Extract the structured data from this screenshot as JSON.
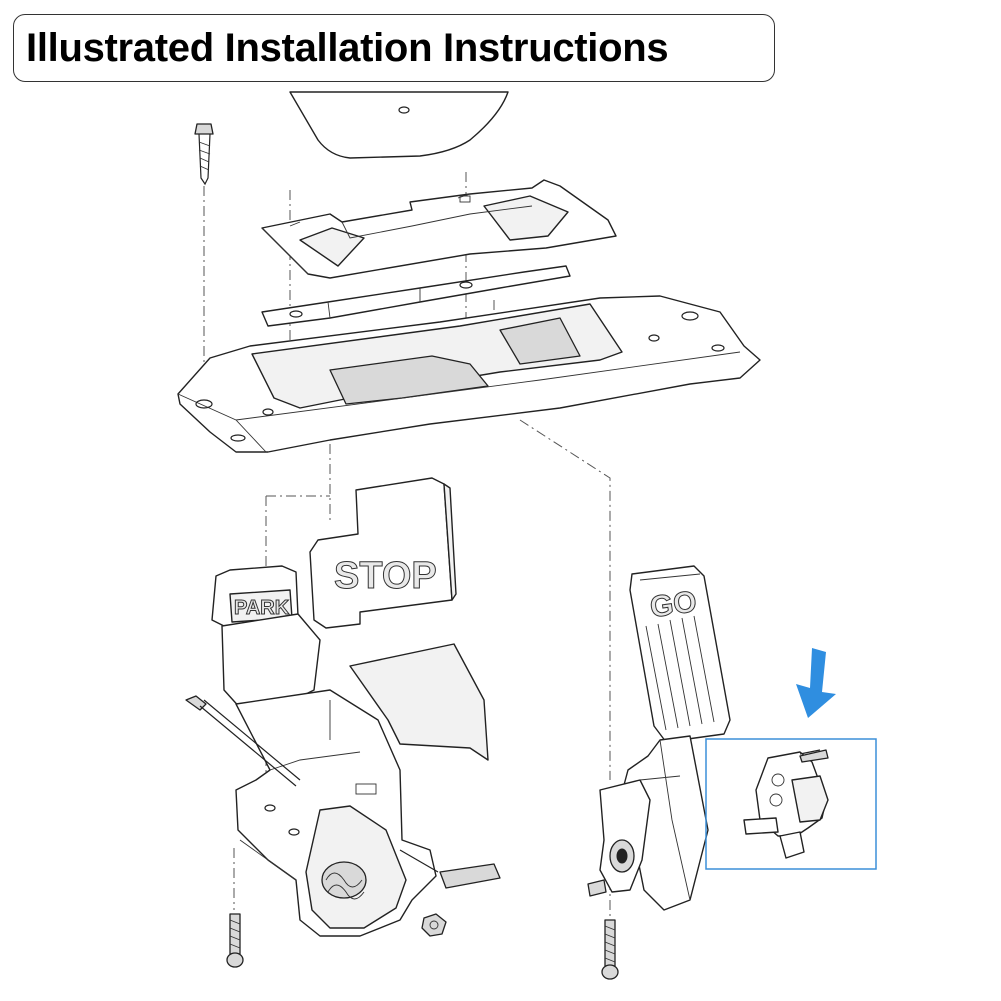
{
  "title": "Illustrated Installation Instructions",
  "labels": {
    "stop_pedal": "STOP",
    "go_pedal": "GO",
    "park_pedal": "PARK"
  },
  "colors": {
    "callout": "#3b8fd9",
    "arrow": "#2f8ee0",
    "line": "#222222"
  },
  "icons": {
    "indicator_arrow": "arrow-down-left-icon"
  }
}
